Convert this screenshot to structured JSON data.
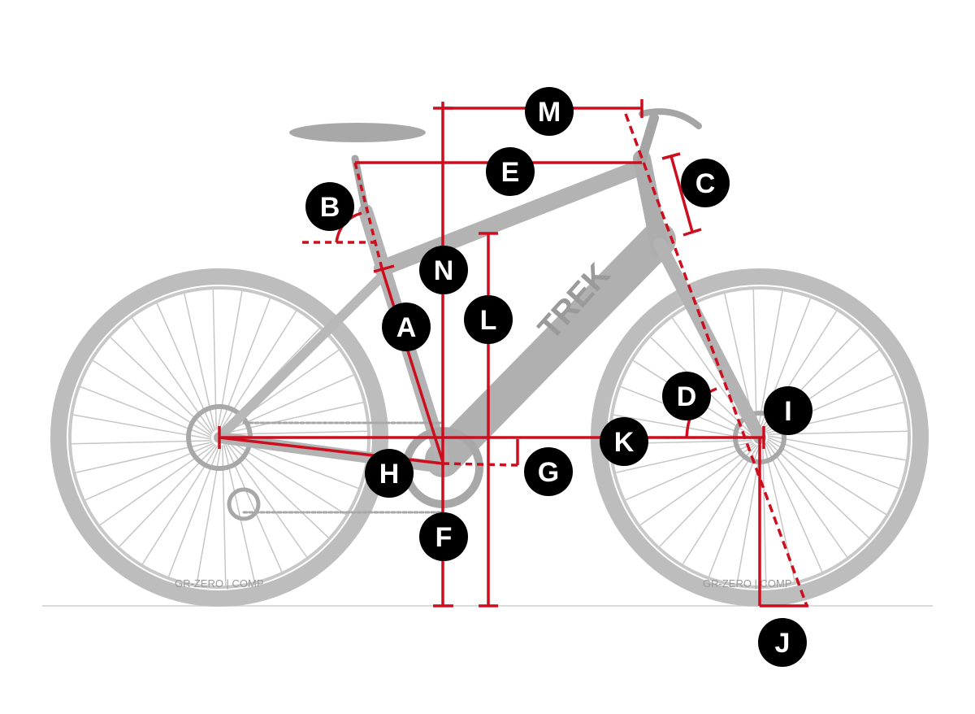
{
  "bike": {
    "brand_text": "TREK",
    "tire_text": "GR-ZERO | COMP"
  },
  "colors": {
    "measure_line": "#cc0e1e",
    "label_circle": "#000000",
    "label_text": "#ffffff",
    "bike": "#b5b5b5",
    "ground": "#cfcfcf"
  },
  "labels": [
    "A",
    "B",
    "C",
    "D",
    "E",
    "F",
    "G",
    "H",
    "I",
    "J",
    "K",
    "L",
    "M",
    "N"
  ]
}
